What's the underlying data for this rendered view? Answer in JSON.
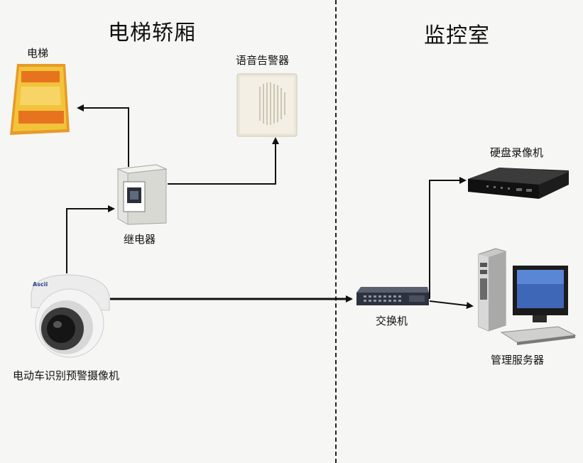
{
  "sections": {
    "left_title": "电梯轿厢",
    "right_title": "监控室"
  },
  "devices": {
    "elevator": "电梯",
    "speaker": "语音告警器",
    "relay": "继电器",
    "camera": "电动车识别预警摄像机",
    "switch": "交换机",
    "dvr": "硬盘录像机",
    "server": "管理服务器"
  },
  "icons": {
    "elevator": "elevator-indicator-icon",
    "speaker": "wall-speaker-icon",
    "relay": "relay-box-icon",
    "camera": "dome-camera-icon",
    "switch": "network-switch-icon",
    "dvr": "dvr-recorder-icon",
    "server": "server-computer-icon"
  },
  "colors": {
    "wire": "#111111",
    "background": "#f6f6f4",
    "elevator_yellow": "#f2c43a",
    "elevator_orange": "#e8731f"
  }
}
